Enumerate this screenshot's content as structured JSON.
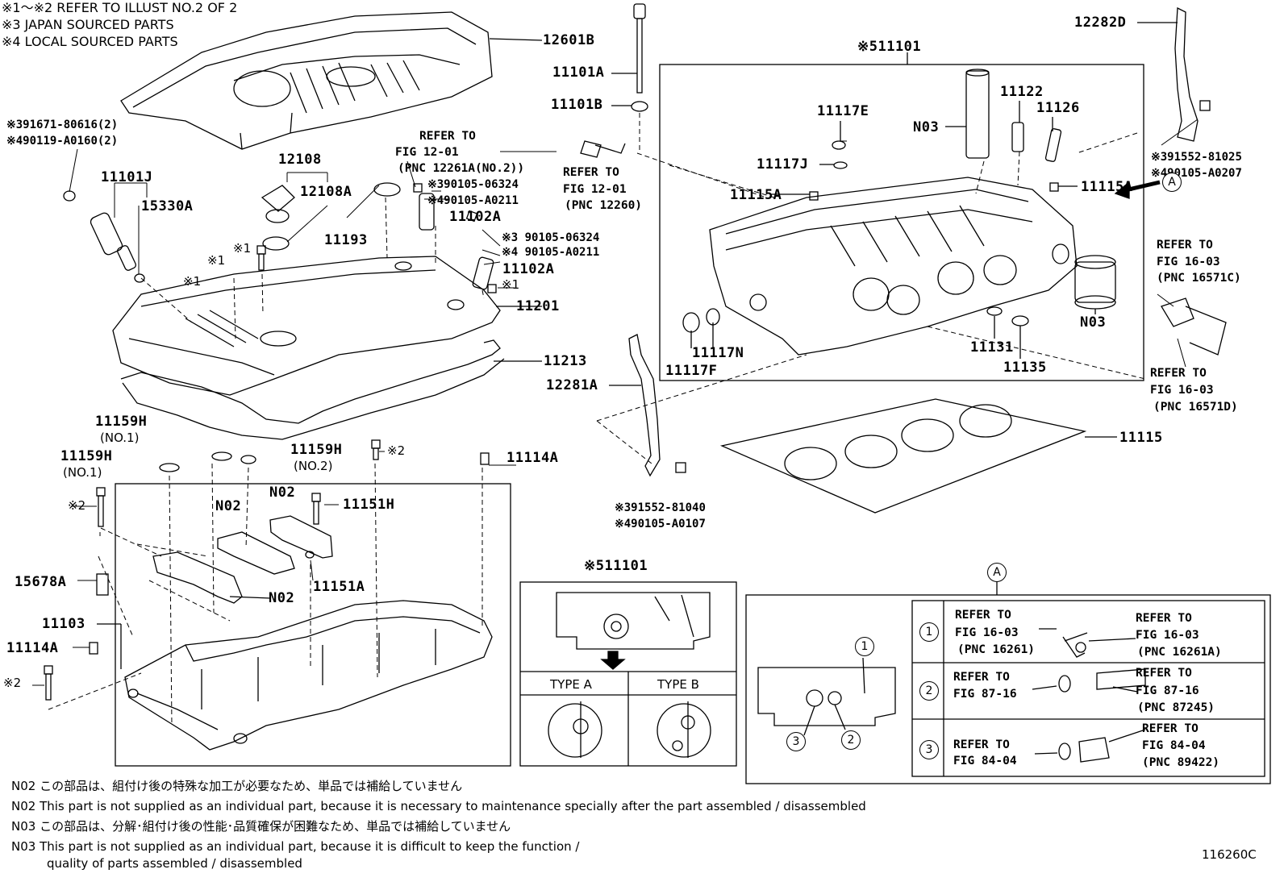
{
  "header": {
    "line1": "※1～※2  REFER TO ILLUST NO.2 OF 2",
    "line2": "※3 JAPAN SOURCED PARTS",
    "line3": "※4 LOCAL SOURCED PARTS"
  },
  "parts": {
    "p12601B": "12601B",
    "p11101A": "11101A",
    "p11101B": "11101B",
    "p12282D": "12282D",
    "p11101": "※511101",
    "p391671": "※391671-80616(2)",
    "p490119": "※490119-A0160(2)",
    "p12108": "12108",
    "p12108A": "12108A",
    "p11101J": "11101J",
    "p15330A": "15330A",
    "refer1a": "REFER TO",
    "refer1b": "FIG 12-01",
    "refer1c": "(PNC 12261A(NO.2))",
    "refer2a": "REFER TO",
    "refer2b": "FIG 12-01",
    "refer2c": "(PNC 12260)",
    "p390105a": "※390105-06324",
    "p490105a": "※490105-A0211",
    "p11102A_1": "11102A",
    "p11193": "11193",
    "p390105b": "※3 90105-06324",
    "p490105b": "※4 90105-A0211",
    "p11102A_2": "11102A",
    "p11201": "11201",
    "p11213": "11213",
    "ast1a": "※1",
    "ast1b": "※1",
    "ast1c": "※1",
    "ast1d": "※1",
    "p11117E": "11117E",
    "pN03a": "N03",
    "p11122": "11122",
    "p11126": "11126",
    "p11117J": "11117J",
    "p11115A_1": "11115A",
    "p11115A_2": "11115A",
    "p391552a": "※391552-81025",
    "p490105c": "※490105-A0207",
    "circleA": "A",
    "refer3a": "REFER TO",
    "refer3b": "FIG 16-03",
    "refer3c": "(PNC 16571C)",
    "pN03b": "N03",
    "p11117N": "11117N",
    "p11117F": "11117F",
    "p11131": "11131",
    "p11135": "11135",
    "refer4a": "REFER TO",
    "refer4b": "FIG 16-03",
    "refer4c": "(PNC 16571D)",
    "p12281A": "12281A",
    "p11115": "11115",
    "p11159H_a": "11159H",
    "no1a": "(NO.1)",
    "p11159H_b": "11159H",
    "no1b": "(NO.1)",
    "p11159H_c": "11159H",
    "no2": "(NO.2)",
    "ast2a": "※2",
    "p11114A_1": "11114A",
    "ast2b": "※2",
    "pN02a": "N02",
    "pN02b": "N02",
    "p11151H": "11151H",
    "p391552b": "※391552-81040",
    "p490105d": "※490105-A0107",
    "p15678A": "15678A",
    "p11151A": "11151A",
    "pN02c": "N02",
    "p11103": "11103",
    "p11114A_2": "11114A",
    "ast2c": "※2",
    "detail_title": "※511101",
    "typeA": "TYPE A",
    "typeB": "TYPE B",
    "circleA2": "A"
  },
  "tableA": {
    "rows": [
      {
        "num": "1",
        "l1": "REFER TO",
        "l2": "FIG 16-03",
        "l3": "(PNC 16261)",
        "r1": "REFER TO",
        "r2": "FIG 16-03",
        "r3": "(PNC 16261A)"
      },
      {
        "num": "2",
        "l1": "REFER TO",
        "l2": "FIG 87-16",
        "l3": "",
        "r1": "REFER TO",
        "r2": "FIG 87-16",
        "r3": "(PNC 87245)"
      },
      {
        "num": "3",
        "l1": "REFER TO",
        "l2": "FIG 84-04",
        "l3": "",
        "r1": "REFER TO",
        "r2": "FIG 84-04",
        "r3": "(PNC 89422)"
      }
    ],
    "callout1": "1",
    "callout2": "2",
    "callout3": "3"
  },
  "footer": {
    "n02_jp": "N02  この部品は、組付け後の特殊な加工が必要なため、単品では補給していません",
    "n02_en": "N02  This part is not supplied as an individual part, because it is necessary to maintenance specially after the part assembled / disassembled",
    "n03_jp": "N03  この部品は、分解･組付け後の性能･品質確保が困難なため、単品では補給していません",
    "n03_en1": "N03  This part is not supplied as an individual part, because it is difficult to keep the function /",
    "n03_en2": "quality of parts  assembled / disassembled",
    "code": "116260C"
  }
}
